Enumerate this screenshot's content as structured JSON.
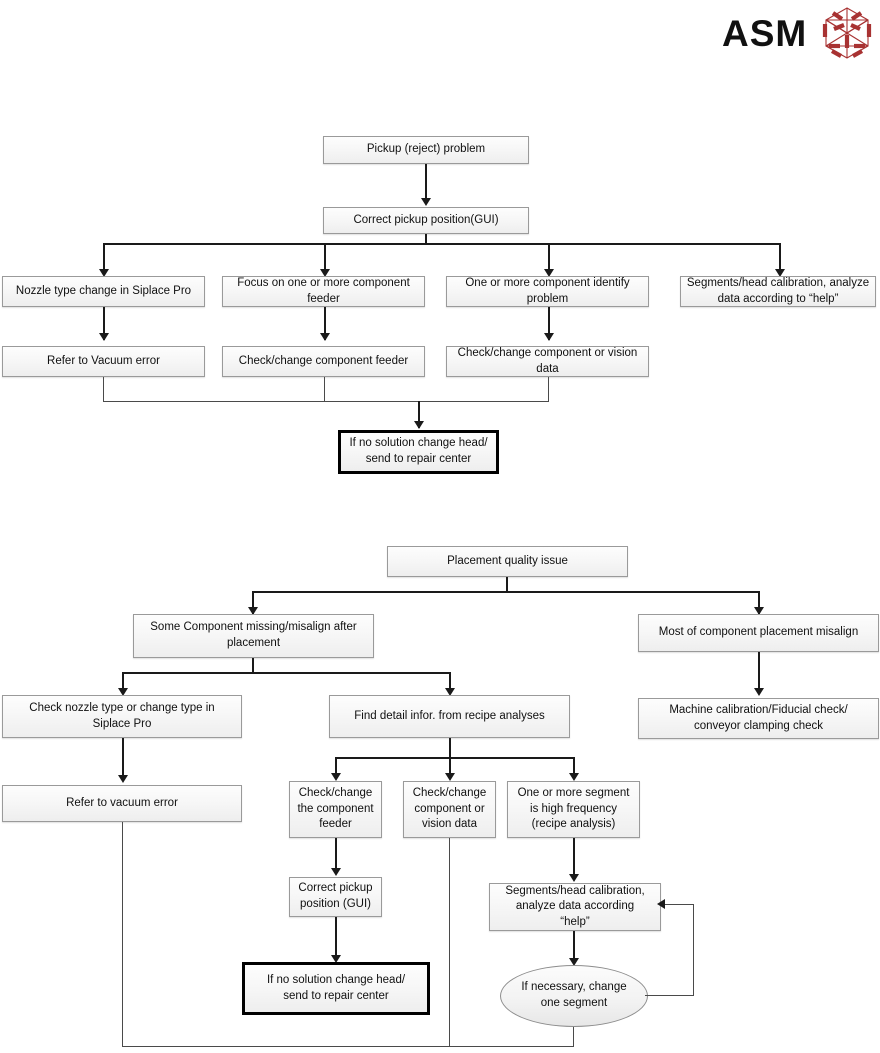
{
  "brand": {
    "name": "ASM",
    "logo_icon": "asm-hexagon-logo-icon",
    "logo_color": "#a83232"
  },
  "diagram_data": {
    "type": "flowchart",
    "title": "ASM troubleshooting flowcharts",
    "charts": [
      {
        "id": "pickup-reject-problem",
        "root": "Pickup (reject) problem",
        "nodes": [
          {
            "id": "n1",
            "label": "Pickup (reject) problem",
            "shape": "rect"
          },
          {
            "id": "n2",
            "label": "Correct pickup position(GUI)",
            "shape": "rect"
          },
          {
            "id": "n3",
            "label": "Nozzle type change in Siplace Pro",
            "shape": "rect"
          },
          {
            "id": "n4",
            "label": "Focus on one or more component feeder",
            "shape": "rect"
          },
          {
            "id": "n5",
            "label": "One or more component identify problem",
            "shape": "rect"
          },
          {
            "id": "n6",
            "label": "Segments/head calibration, analyze data according to “help”",
            "shape": "rect"
          },
          {
            "id": "n7",
            "label": "Refer to Vacuum error",
            "shape": "rect"
          },
          {
            "id": "n8",
            "label": "Check/change component feeder",
            "shape": "rect"
          },
          {
            "id": "n9",
            "label": "Check/change component or vision data",
            "shape": "rect"
          },
          {
            "id": "n10",
            "label": "If no solution change head/ send to repair center",
            "shape": "rect-bold"
          }
        ],
        "edges": [
          {
            "from": "n1",
            "to": "n2"
          },
          {
            "from": "n2",
            "to": "n3"
          },
          {
            "from": "n2",
            "to": "n4"
          },
          {
            "from": "n2",
            "to": "n5"
          },
          {
            "from": "n2",
            "to": "n6"
          },
          {
            "from": "n3",
            "to": "n7"
          },
          {
            "from": "n4",
            "to": "n8"
          },
          {
            "from": "n5",
            "to": "n9"
          },
          {
            "from": "n7",
            "to": "n10"
          },
          {
            "from": "n8",
            "to": "n10"
          },
          {
            "from": "n9",
            "to": "n10"
          }
        ]
      },
      {
        "id": "placement-quality-issue",
        "root": "Placement quality issue",
        "nodes": [
          {
            "id": "m1",
            "label": "Placement quality issue",
            "shape": "rect"
          },
          {
            "id": "m2",
            "label": "Some Component missing/misalign after placement",
            "shape": "rect"
          },
          {
            "id": "m3",
            "label": "Most of component placement misalign",
            "shape": "rect"
          },
          {
            "id": "m4",
            "label": "Check nozzle type or change type in Siplace Pro",
            "shape": "rect"
          },
          {
            "id": "m5",
            "label": "Find detail infor. from recipe analyses",
            "shape": "rect"
          },
          {
            "id": "m6",
            "label": "Machine calibration/Fiducial check/ conveyor clamping check",
            "shape": "rect"
          },
          {
            "id": "m7",
            "label": "Refer to vacuum error",
            "shape": "rect"
          },
          {
            "id": "m8",
            "label": "Check/change the component feeder",
            "shape": "rect"
          },
          {
            "id": "m9",
            "label": "Check/change component or vision data",
            "shape": "rect"
          },
          {
            "id": "m10",
            "label": "One or more segment is high frequency (recipe analysis)",
            "shape": "rect"
          },
          {
            "id": "m11",
            "label": "Correct pickup position (GUI)",
            "shape": "rect"
          },
          {
            "id": "m12",
            "label": "Segments/head calibration, analyze data according “help”",
            "shape": "rect"
          },
          {
            "id": "m13",
            "label": "If no solution change head/ send to repair center",
            "shape": "rect-bold"
          },
          {
            "id": "m14",
            "label": "If necessary, change one segment",
            "shape": "ellipse"
          }
        ],
        "edges": [
          {
            "from": "m1",
            "to": "m2"
          },
          {
            "from": "m1",
            "to": "m3"
          },
          {
            "from": "m2",
            "to": "m4"
          },
          {
            "from": "m2",
            "to": "m5"
          },
          {
            "from": "m3",
            "to": "m6"
          },
          {
            "from": "m4",
            "to": "m7"
          },
          {
            "from": "m5",
            "to": "m8"
          },
          {
            "from": "m5",
            "to": "m9"
          },
          {
            "from": "m5",
            "to": "m10"
          },
          {
            "from": "m8",
            "to": "m11"
          },
          {
            "from": "m10",
            "to": "m12"
          },
          {
            "from": "m11",
            "to": "m13"
          },
          {
            "from": "m12",
            "to": "m14"
          },
          {
            "from": "m14",
            "to": "m12",
            "kind": "loop-back"
          }
        ]
      }
    ]
  },
  "chart1": {
    "pickup_reject_problem": "Pickup (reject) problem",
    "correct_pickup_position": "Correct pickup position(GUI)",
    "nozzle_type_change": "Nozzle type change in Siplace Pro",
    "focus_feeder": "Focus on one or more component\nfeeder",
    "component_identify": "One or more component identify\nproblem",
    "segments_head_calibration": "Segments/head calibration, analyze\ndata according to “help”",
    "refer_vacuum_error": "Refer to Vacuum error",
    "check_change_feeder": "Check/change component feeder",
    "check_change_vision": "Check/change component or vision\ndata",
    "no_solution": "If no solution change head/\nsend to repair center"
  },
  "chart2": {
    "placement_quality_issue": "Placement quality issue",
    "some_component_missing": "Some Component missing/misalign after\nplacement",
    "most_component_misalign": "Most of component placement misalign",
    "check_nozzle_type": "Check nozzle type or change type in\nSiplace Pro",
    "find_detail_infor": "Find detail infor. from recipe analyses",
    "machine_calibration": "Machine calibration/Fiducial check/\nconveyor clamping check",
    "refer_vacuum_error": "Refer to vacuum error",
    "check_change_the_feeder": "Check/change\nthe component\nfeeder",
    "check_change_vision": "Check/change\ncomponent or\nvision data",
    "one_or_more_segment": "One or more segment\nis high frequency\n(recipe analysis)",
    "correct_pickup_position": "Correct pickup\nposition (GUI)",
    "segments_head_calibration": "Segments/head calibration,\nanalyze data according\n“help”",
    "no_solution": "If no solution change head/\nsend to repair center",
    "if_necessary_change_segment": "If necessary, change\none segment"
  }
}
